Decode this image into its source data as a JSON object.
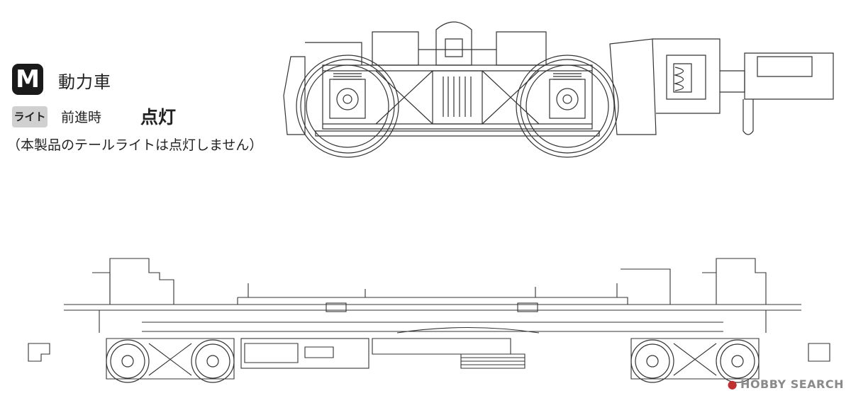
{
  "legend": {
    "car_badge": "M",
    "car_type": "動力車",
    "light_badge": "ライト",
    "direction": "前進時",
    "state": "点灯",
    "note": "（本製品のテールライトは点灯しません）"
  },
  "watermark": {
    "icon": "hobby-search-logo-icon",
    "text": "HOBBY SEARCH"
  },
  "colors": {
    "line": "#333333",
    "badge_dark": "#1a1a1a",
    "badge_light": "#d0d0d0",
    "watermark": "#8a8a8a"
  }
}
